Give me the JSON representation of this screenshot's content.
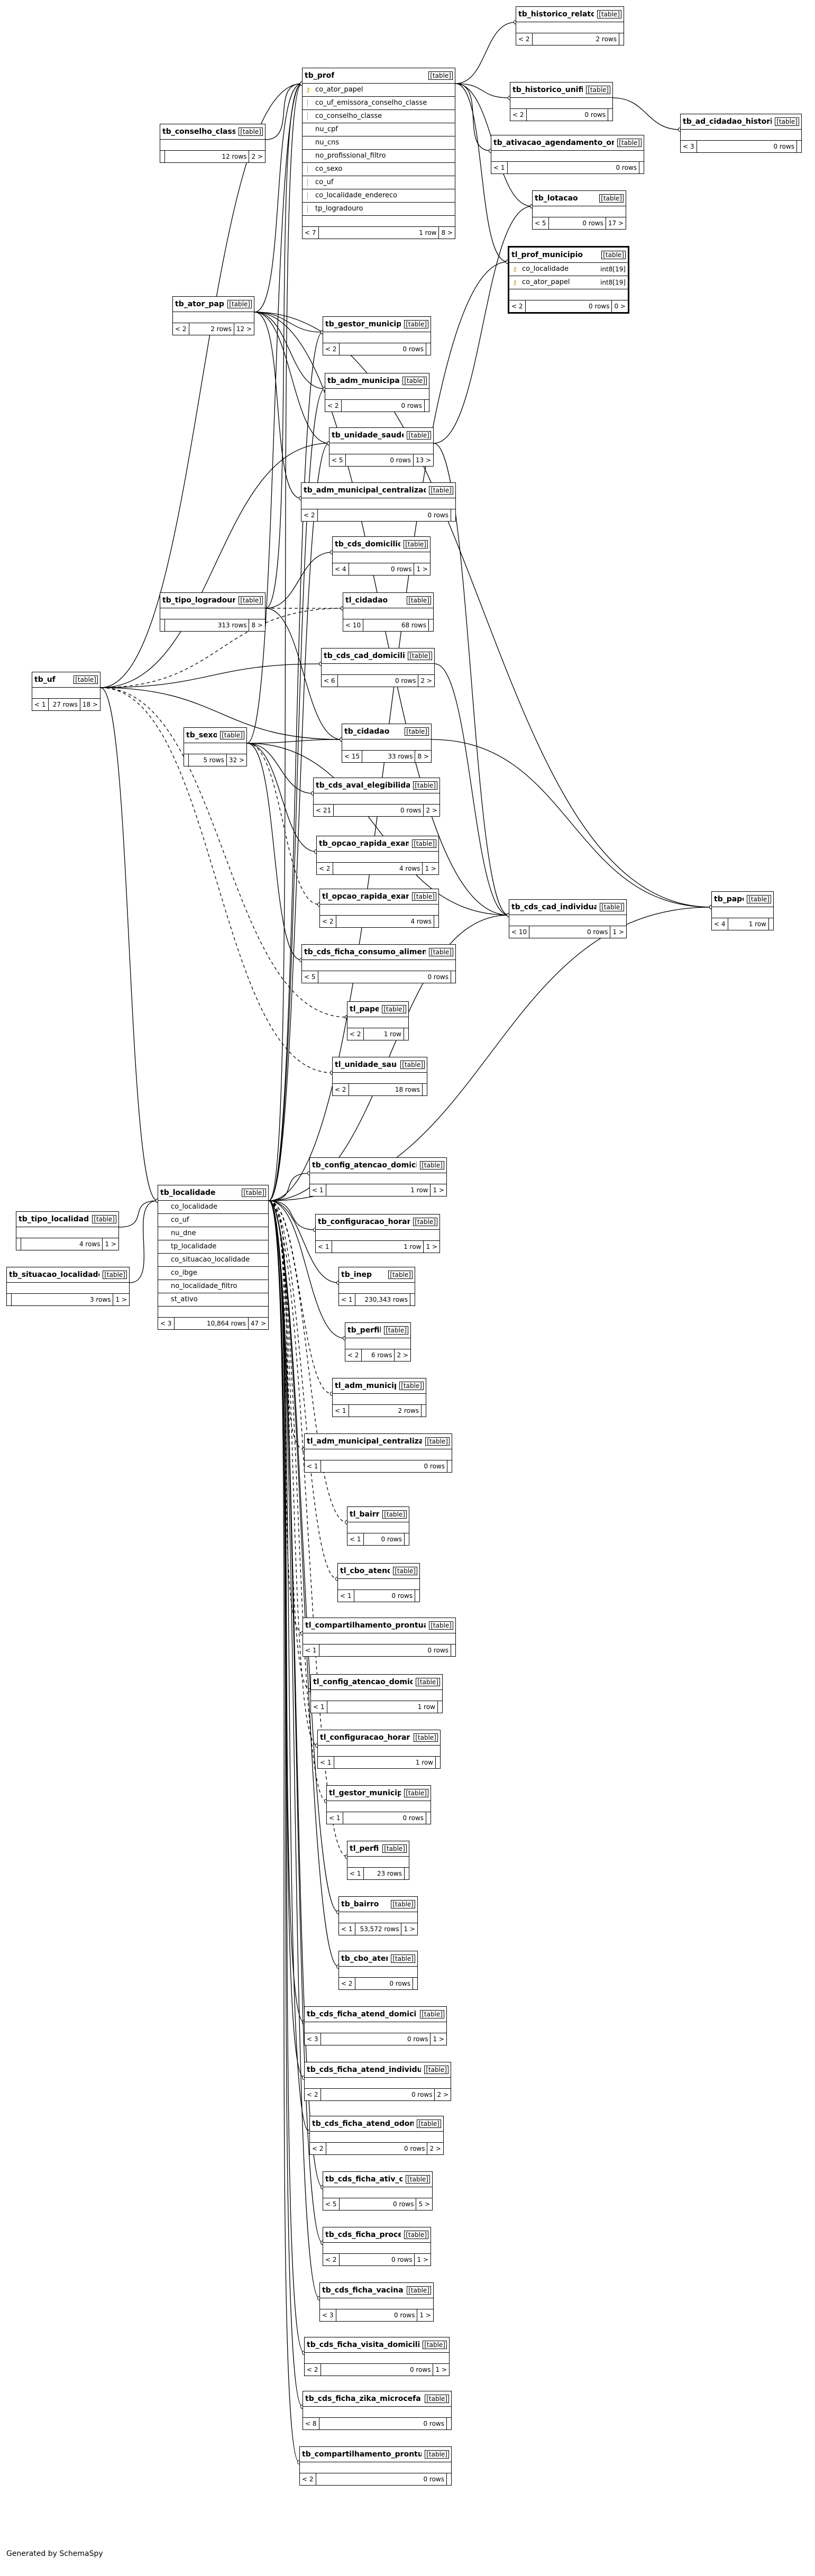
{
  "footer": "Generated by SchemaSpy",
  "tables": {
    "tb_historico_relatorio": {
      "name": "tb_historico_relatorio",
      "type": "[table]",
      "parents": "< 2",
      "rows": "2 rows",
      "children": ""
    },
    "tb_historico_unificacao": {
      "name": "tb_historico_unificacao",
      "type": "[table]",
      "parents": "< 2",
      "rows": "0 rows",
      "children": ""
    },
    "tb_ativacao_agendamento_online": {
      "name": "tb_ativacao_agendamento_online",
      "type": "[table]",
      "parents": "< 1",
      "rows": "0 rows",
      "children": ""
    },
    "tb_lotacao": {
      "name": "tb_lotacao",
      "type": "[table]",
      "parents": "< 5",
      "rows": "0 rows",
      "children": "17 >"
    },
    "tb_ad_cidadao_historico": {
      "name": "tb_ad_cidadao_historico",
      "type": "[table]",
      "parents": "< 3",
      "rows": "0 rows",
      "children": ""
    },
    "tl_prof_municipio": {
      "name": "tl_prof_municipio",
      "type": "[table]",
      "parents": "< 2",
      "rows": "0 rows",
      "children": "0 >",
      "columns": [
        {
          "name": "co_localidade",
          "key": "⚷",
          "type": "int8[19]"
        },
        {
          "name": "co_ator_papel",
          "key": "⚷",
          "type": "int8[19]"
        }
      ]
    },
    "tb_prof": {
      "name": "tb_prof",
      "type": "[table]",
      "parents": "< 7",
      "rows": "1 row",
      "children": "8 >",
      "columns": [
        {
          "name": "co_ator_papel",
          "key": "⚷"
        },
        {
          "name": "co_uf_emissora_conselho_classe",
          "key": "│"
        },
        {
          "name": "co_conselho_classe",
          "key": "│"
        },
        {
          "name": "nu_cpf",
          "key": ""
        },
        {
          "name": "nu_cns",
          "key": ""
        },
        {
          "name": "no_profissional_filtro",
          "key": ""
        },
        {
          "name": "co_sexo",
          "key": "│"
        },
        {
          "name": "co_uf",
          "key": "│"
        },
        {
          "name": "co_localidade_endereco",
          "key": "│"
        },
        {
          "name": "tp_logradouro",
          "key": "│"
        }
      ]
    },
    "tb_conselho_classe": {
      "name": "tb_conselho_classe",
      "type": "[table]",
      "parents": "",
      "rows": "12 rows",
      "children": "2 >"
    },
    "tb_ator_papel": {
      "name": "tb_ator_papel",
      "type": "[table]",
      "parents": "< 2",
      "rows": "2 rows",
      "children": "12 >"
    },
    "tb_gestor_municipal": {
      "name": "tb_gestor_municipal",
      "type": "[table]",
      "parents": "< 2",
      "rows": "0 rows",
      "children": ""
    },
    "tb_adm_municipal": {
      "name": "tb_adm_municipal",
      "type": "[table]",
      "parents": "< 2",
      "rows": "0 rows",
      "children": ""
    },
    "tb_unidade_saude": {
      "name": "tb_unidade_saude",
      "type": "[table]",
      "parents": "< 5",
      "rows": "0 rows",
      "children": "13 >"
    },
    "tb_adm_municipal_centralizador": {
      "name": "tb_adm_municipal_centralizador",
      "type": "[table]",
      "parents": "< 2",
      "rows": "0 rows",
      "children": ""
    },
    "tb_cds_domicilio": {
      "name": "tb_cds_domicilio",
      "type": "[table]",
      "parents": "< 4",
      "rows": "0 rows",
      "children": "1 >"
    },
    "tb_tipo_logradouro": {
      "name": "tb_tipo_logradouro",
      "type": "[table]",
      "parents": "",
      "rows": "313 rows",
      "children": "8 >"
    },
    "tl_cidadao": {
      "name": "tl_cidadao",
      "type": "[table]",
      "parents": "< 10",
      "rows": "68 rows",
      "children": ""
    },
    "tb_uf": {
      "name": "tb_uf",
      "type": "[table]",
      "parents": "< 1",
      "rows": "27 rows",
      "children": "18 >"
    },
    "tb_cds_cad_domiciliar": {
      "name": "tb_cds_cad_domiciliar",
      "type": "[table]",
      "parents": "< 6",
      "rows": "0 rows",
      "children": "2 >"
    },
    "tb_sexo": {
      "name": "tb_sexo",
      "type": "[table]",
      "parents": "",
      "rows": "5 rows",
      "children": "32 >"
    },
    "tb_cidadao": {
      "name": "tb_cidadao",
      "type": "[table]",
      "parents": "< 15",
      "rows": "33 rows",
      "children": "8 >"
    },
    "tb_cds_aval_elegibilidade": {
      "name": "tb_cds_aval_elegibilidade",
      "type": "[table]",
      "parents": "< 21",
      "rows": "0 rows",
      "children": "2 >"
    },
    "tb_opcao_rapida_exame": {
      "name": "tb_opcao_rapida_exame",
      "type": "[table]",
      "parents": "< 2",
      "rows": "4 rows",
      "children": "1 >"
    },
    "tl_opcao_rapida_exame": {
      "name": "tl_opcao_rapida_exame",
      "type": "[table]",
      "parents": "< 2",
      "rows": "4 rows",
      "children": ""
    },
    "tb_cds_cad_individual": {
      "name": "tb_cds_cad_individual",
      "type": "[table]",
      "parents": "< 10",
      "rows": "0 rows",
      "children": "1 >"
    },
    "tb_papel": {
      "name": "tb_papel",
      "type": "[table]",
      "parents": "< 4",
      "rows": "1 row",
      "children": ""
    },
    "tb_cds_ficha_consumo_alimentar": {
      "name": "tb_cds_ficha_consumo_alimentar",
      "type": "[table]",
      "parents": "< 5",
      "rows": "0 rows",
      "children": ""
    },
    "tl_papel": {
      "name": "tl_papel",
      "type": "[table]",
      "parents": "< 2",
      "rows": "1 row",
      "children": ""
    },
    "tl_unidade_saude": {
      "name": "tl_unidade_saude",
      "type": "[table]",
      "parents": "< 2",
      "rows": "18 rows",
      "children": ""
    },
    "tb_config_atencao_domiciliar": {
      "name": "tb_config_atencao_domiciliar",
      "type": "[table]",
      "parents": "< 1",
      "rows": "1 row",
      "children": "1 >"
    },
    "tb_localidade": {
      "name": "tb_localidade",
      "type": "[table]",
      "parents": "< 3",
      "rows": "10,864 rows",
      "children": "47 >",
      "columns": [
        {
          "name": "co_localidade",
          "key": ""
        },
        {
          "name": "co_uf",
          "key": ""
        },
        {
          "name": "nu_dne",
          "key": ""
        },
        {
          "name": "tp_localidade",
          "key": ""
        },
        {
          "name": "co_situacao_localidade",
          "key": ""
        },
        {
          "name": "co_ibge",
          "key": ""
        },
        {
          "name": "no_localidade_filtro",
          "key": ""
        },
        {
          "name": "st_ativo",
          "key": ""
        }
      ]
    },
    "tb_tipo_localidade": {
      "name": "tb_tipo_localidade",
      "type": "[table]",
      "parents": "",
      "rows": "4 rows",
      "children": "1 >"
    },
    "tb_situacao_localidade": {
      "name": "tb_situacao_localidade",
      "type": "[table]",
      "parents": "",
      "rows": "3 rows",
      "children": "1 >"
    },
    "tb_configuracao_horario": {
      "name": "tb_configuracao_horario",
      "type": "[table]",
      "parents": "< 1",
      "rows": "1 row",
      "children": "1 >"
    },
    "tb_inep": {
      "name": "tb_inep",
      "type": "[table]",
      "parents": "< 1",
      "rows": "230,343 rows",
      "children": ""
    },
    "tb_perfil": {
      "name": "tb_perfil",
      "type": "[table]",
      "parents": "< 2",
      "rows": "6 rows",
      "children": "2 >"
    },
    "tl_adm_municipal": {
      "name": "tl_adm_municipal",
      "type": "[table]",
      "parents": "< 1",
      "rows": "2 rows",
      "children": ""
    },
    "tl_adm_municipal_centralizador": {
      "name": "tl_adm_municipal_centralizador",
      "type": "[table]",
      "parents": "< 1",
      "rows": "0 rows",
      "children": ""
    },
    "tl_bairro": {
      "name": "tl_bairro",
      "type": "[table]",
      "parents": "< 1",
      "rows": "0 rows",
      "children": ""
    },
    "tl_cbo_atend": {
      "name": "tl_cbo_atend",
      "type": "[table]",
      "parents": "< 1",
      "rows": "0 rows",
      "children": ""
    },
    "tl_compartilhamento_prontuario": {
      "name": "tl_compartilhamento_prontuario",
      "type": "[table]",
      "parents": "< 1",
      "rows": "0 rows",
      "children": ""
    },
    "tl_config_atencao_domiciliar": {
      "name": "tl_config_atencao_domiciliar",
      "type": "[table]",
      "parents": "< 1",
      "rows": "1 row",
      "children": ""
    },
    "tl_configuracao_horario": {
      "name": "tl_configuracao_horario",
      "type": "[table]",
      "parents": "< 1",
      "rows": "1 row",
      "children": ""
    },
    "tl_gestor_municipal": {
      "name": "tl_gestor_municipal",
      "type": "[table]",
      "parents": "< 1",
      "rows": "0 rows",
      "children": ""
    },
    "tl_perfil": {
      "name": "tl_perfil",
      "type": "[table]",
      "parents": "< 1",
      "rows": "23 rows",
      "children": ""
    },
    "tb_bairro": {
      "name": "tb_bairro",
      "type": "[table]",
      "parents": "< 1",
      "rows": "53,572 rows",
      "children": "1 >"
    },
    "tb_cbo_atend": {
      "name": "tb_cbo_atend",
      "type": "[table]",
      "parents": "< 2",
      "rows": "0 rows",
      "children": ""
    },
    "tb_cds_ficha_atend_domiciliar": {
      "name": "tb_cds_ficha_atend_domiciliar",
      "type": "[table]",
      "parents": "< 3",
      "rows": "0 rows",
      "children": "1 >"
    },
    "tb_cds_ficha_atend_individual": {
      "name": "tb_cds_ficha_atend_individual",
      "type": "[table]",
      "parents": "< 2",
      "rows": "0 rows",
      "children": "2 >"
    },
    "tb_cds_ficha_atend_odonto": {
      "name": "tb_cds_ficha_atend_odonto",
      "type": "[table]",
      "parents": "< 2",
      "rows": "0 rows",
      "children": "2 >"
    },
    "tb_cds_ficha_ativ_col": {
      "name": "tb_cds_ficha_ativ_col",
      "type": "[table]",
      "parents": "< 5",
      "rows": "0 rows",
      "children": "5 >"
    },
    "tb_cds_ficha_proced": {
      "name": "tb_cds_ficha_proced",
      "type": "[table]",
      "parents": "< 2",
      "rows": "0 rows",
      "children": "1 >"
    },
    "tb_cds_ficha_vacinacao": {
      "name": "tb_cds_ficha_vacinacao",
      "type": "[table]",
      "parents": "< 3",
      "rows": "0 rows",
      "children": "1 >"
    },
    "tb_cds_ficha_visita_domiciliar": {
      "name": "tb_cds_ficha_visita_domiciliar",
      "type": "[table]",
      "parents": "< 2",
      "rows": "0 rows",
      "children": "1 >"
    },
    "tb_cds_ficha_zika_microcefalia": {
      "name": "tb_cds_ficha_zika_microcefalia",
      "type": "[table]",
      "parents": "< 8",
      "rows": "0 rows",
      "children": ""
    },
    "tb_compartilhamento_prontuario": {
      "name": "tb_compartilhamento_prontuario",
      "type": "[table]",
      "parents": "< 2",
      "rows": "0 rows",
      "children": ""
    }
  }
}
